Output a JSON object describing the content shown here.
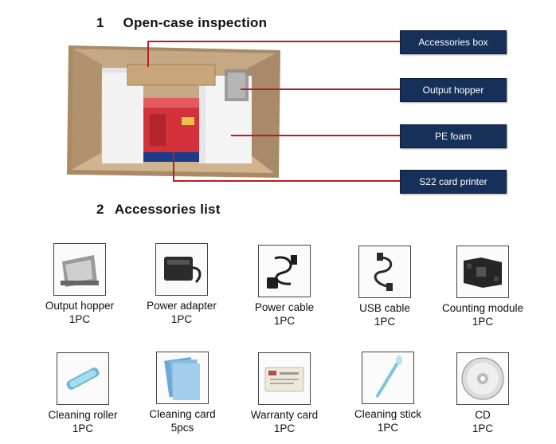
{
  "section1": {
    "number": "1",
    "title": "Open-case inspection"
  },
  "section2": {
    "number": "2",
    "title": "Accessories list"
  },
  "callouts": [
    {
      "label": "Accessories box"
    },
    {
      "label": "Output hopper"
    },
    {
      "label": "PE foam"
    },
    {
      "label": "S22 card printer"
    }
  ],
  "accessories_row1": [
    {
      "name": "Output hopper",
      "qty": "1PC",
      "icon": "output-hopper-icon"
    },
    {
      "name": "Power adapter",
      "qty": "1PC",
      "icon": "power-adapter-icon"
    },
    {
      "name": "Power cable",
      "qty": "1PC",
      "icon": "power-cable-icon"
    },
    {
      "name": "USB cable",
      "qty": "1PC",
      "icon": "usb-cable-icon"
    },
    {
      "name": "Counting module",
      "qty": "1PC",
      "icon": "counting-module-icon"
    }
  ],
  "accessories_row2": [
    {
      "name": "Cleaning roller",
      "qty": "1PC",
      "icon": "cleaning-roller-icon"
    },
    {
      "name": "Cleaning card",
      "qty": "5pcs",
      "icon": "cleaning-card-icon"
    },
    {
      "name": "Warranty card",
      "qty": "1PC",
      "icon": "warranty-card-icon"
    },
    {
      "name": "Cleaning stick",
      "qty": "1PC",
      "icon": "cleaning-stick-icon"
    },
    {
      "name": "CD",
      "qty": "1PC",
      "icon": "cd-icon"
    }
  ],
  "colors": {
    "callout_bg": "#17305a",
    "leader_line": "#b51e24",
    "box_cardboard": "#b99a76",
    "printer_red": "#d4323a"
  }
}
